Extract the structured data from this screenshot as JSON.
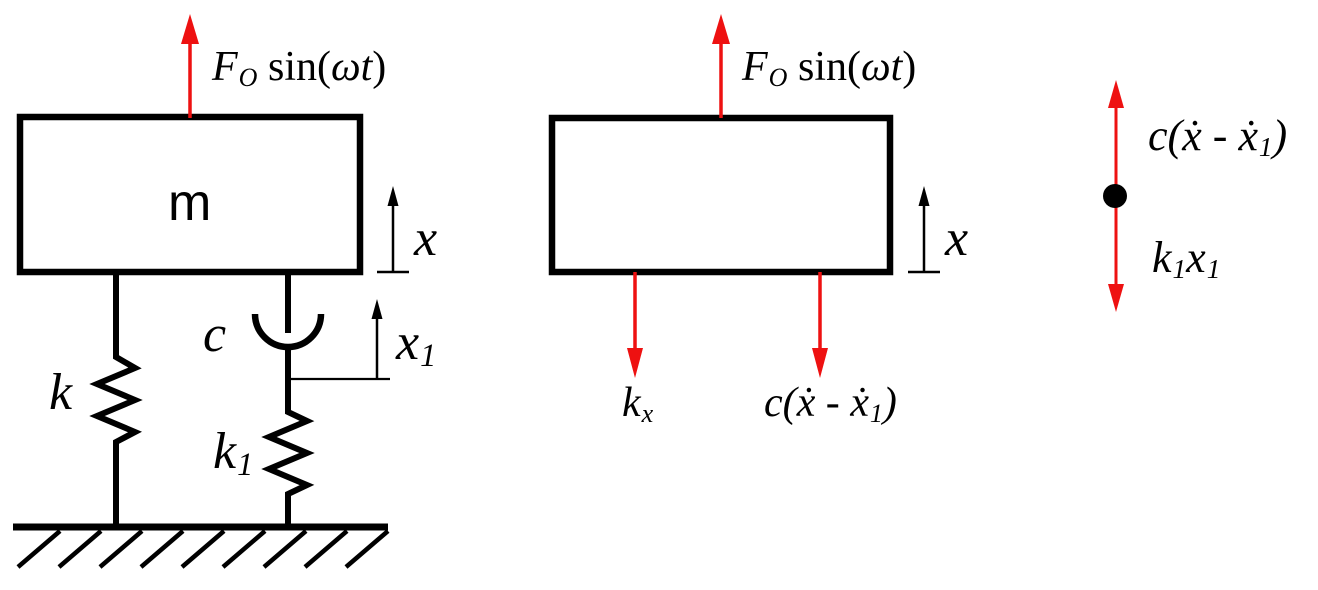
{
  "colors": {
    "ink": "#000000",
    "accent": "#ee1111",
    "background": "#ffffff"
  },
  "diagrams": {
    "system": {
      "mass_label": "m",
      "force_label": [
        [
          "F",
          "it"
        ],
        [
          "O",
          "sub"
        ],
        [
          " sin(",
          "rm"
        ],
        [
          "ωt",
          "it"
        ],
        [
          ")",
          "rm"
        ]
      ],
      "x_label": [
        [
          "x",
          "it"
        ]
      ],
      "x1_label": [
        [
          "x",
          "it"
        ],
        [
          "1",
          "sub"
        ]
      ],
      "spring_k_label": [
        [
          "k",
          "it"
        ]
      ],
      "spring_k1_label": [
        [
          "k",
          "it"
        ],
        [
          "1",
          "sub"
        ]
      ],
      "damper_label": [
        [
          "c",
          "it"
        ]
      ]
    },
    "mass_fbd": {
      "force_label": [
        [
          "F",
          "it"
        ],
        [
          "O",
          "sub"
        ],
        [
          " sin(",
          "rm"
        ],
        [
          "ωt",
          "it"
        ],
        [
          ")",
          "rm"
        ]
      ],
      "x_label": [
        [
          "x",
          "it"
        ]
      ],
      "spring_force_label": [
        [
          "k",
          "it"
        ],
        [
          "x",
          "sub"
        ]
      ],
      "damper_force_label": [
        [
          "c(ẋ - ẋ",
          "it"
        ],
        [
          "1",
          "sub"
        ],
        [
          ")",
          "it"
        ]
      ]
    },
    "node_fbd": {
      "damper_force_label": [
        [
          "c(ẋ - ẋ",
          "it"
        ],
        [
          "1",
          "sub"
        ],
        [
          ")",
          "it"
        ]
      ],
      "spring_force_label": [
        [
          "k",
          "it"
        ],
        [
          "1",
          "sub"
        ],
        [
          "x",
          "it"
        ],
        [
          "1",
          "sub"
        ]
      ]
    }
  }
}
